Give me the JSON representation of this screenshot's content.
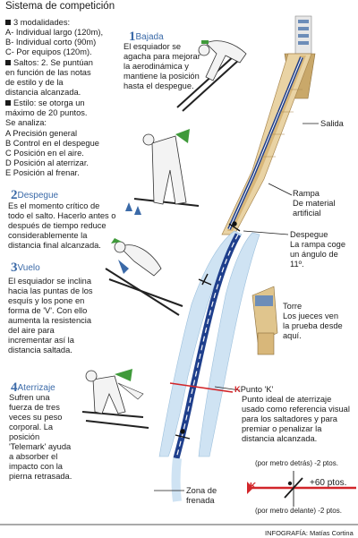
{
  "title": "Sistema de competición",
  "rules": {
    "modalities_head": "3 modalidades:",
    "modalities": [
      "A- Individual largo (120m),",
      "B- Individual corto (90m)",
      "C- Por equipos (120m)."
    ],
    "jumps_lines": [
      "Saltos: 2. Se puntúan",
      "en función de las notas",
      "de estilo y de la",
      "distancia alcanzada."
    ],
    "style_lines": [
      "Estilo: se otorga un",
      "máximo de 20 puntos.",
      "Se analiza:"
    ],
    "criteria": [
      "A Precisión general",
      "B Control en el despegue",
      "C Posición en el aire.",
      "D Posición al aterrizar.",
      "E Posición al frenar."
    ]
  },
  "steps": {
    "bajada": {
      "num": "1",
      "name": "Bajada",
      "lines": [
        "El esquiador se",
        "agacha para mejorar",
        "la aerodinámica y",
        "mantiene la posición",
        "hasta el despegue."
      ]
    },
    "despegue": {
      "num": "2",
      "name": "Despegue",
      "lines": [
        "Es el momento crítico de",
        "todo el salto. Hacerlo antes o",
        "después de tiempo reduce",
        "considerablemente la",
        "distancia final alcanzada."
      ]
    },
    "vuelo": {
      "num": "3",
      "name": "Vuelo",
      "lines": [
        "El esquiador se inclina",
        "hacia las puntas de los",
        "esquís y los pone en",
        "forma de 'V'. Con ello",
        "aumenta la resistencia",
        "del aire para",
        "incrementar así la",
        "distancia saltada."
      ]
    },
    "aterrizaje": {
      "num": "4",
      "name": "Aterrizaje",
      "lines": [
        "Sufren una",
        "fuerza de tres",
        "veces su peso",
        "corporal. La",
        "posición",
        "'Telemark' ayuda",
        "a absorber el",
        "impacto con la",
        "pierna retrasada."
      ]
    }
  },
  "labels": {
    "salida": "Salida",
    "rampa": [
      "Rampa",
      "De material",
      "artificial"
    ],
    "despegue": [
      "Despegue",
      "La rampa coge",
      "un ángulo de",
      "11º."
    ],
    "torre": [
      "Torre",
      "Los jueces ven",
      "la prueba desde",
      "aquí."
    ],
    "punto_k": [
      "Punto 'K'",
      "Punto ideal de aterrizaje",
      "usado como referencia visual",
      "para los saltadores y para",
      "premiar o penalizar la",
      "distancia alcanzada."
    ],
    "zona": [
      "Zona de",
      "frenada"
    ]
  },
  "scoring": {
    "behind": "(por metro detrás) -2 ptos.",
    "k_points": "+60 ptos.",
    "ahead": "(por metro delante) -2 ptos.",
    "k_letter": "K"
  },
  "credit": "INFOGRAFÍA: Matías Cortina",
  "colors": {
    "blue_track": "#1f3f8c",
    "light_track": "#cfe3f3",
    "k_red": "#d2262a",
    "green": "#3f9a3a",
    "step_blue": "#3b6aa8"
  }
}
